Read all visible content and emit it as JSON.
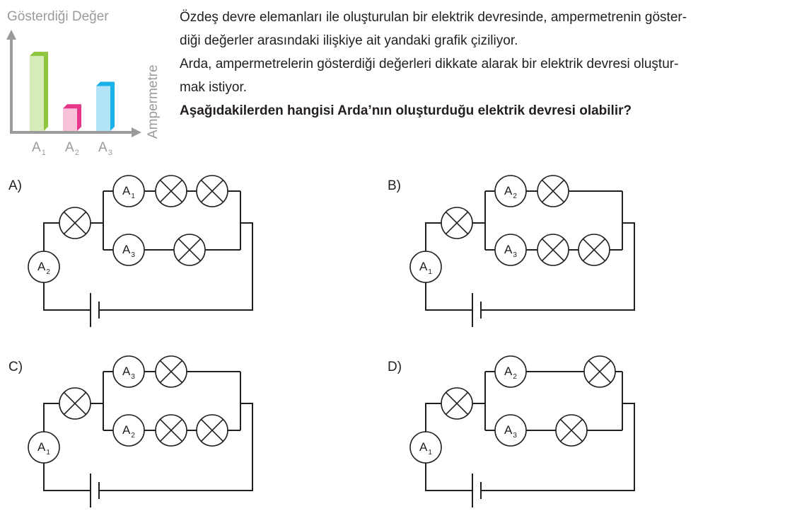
{
  "chart_data": {
    "type": "bar",
    "title": "Gösterdiği Değer",
    "ylabel": "Gösterdiği Değer",
    "xlabel": "Ampermetre",
    "categories": [
      {
        "letter": "A",
        "sub": "1"
      },
      {
        "letter": "A",
        "sub": "2"
      },
      {
        "letter": "A",
        "sub": "3"
      }
    ],
    "values": [
      4,
      1.2,
      2.4
    ],
    "ylim": [
      0,
      4.8
    ],
    "colors": [
      {
        "front": "#d5ebb8",
        "side": "#8cc63f"
      },
      {
        "front": "#f6c1d9",
        "side": "#e6358a"
      },
      {
        "front": "#b3e3f6",
        "side": "#1ab0e8"
      }
    ],
    "axis_color": "#9b9b9b",
    "grid": false
  },
  "question": {
    "line1": "Özdeş devre elemanları ile oluşturulan bir elektrik devresinde, ampermetrenin göster-",
    "line2": "diği değerler arasındaki ilişkiye ait yandaki grafik çiziliyor.",
    "line3": "Arda, ampermetrelerin gösterdiği değerleri dikkate alarak bir elektrik devresi oluştur-",
    "line4": "mak istiyor.",
    "line5": "Aşağıdakilerden hangisi Arda’nın oluşturduğu elektrik devresi olabilir?"
  },
  "options": [
    {
      "label": "A)",
      "main_ammeter": "2",
      "branch_top": {
        "ammeter": "1",
        "lamps": 2
      },
      "branch_bottom": {
        "ammeter": "3",
        "lamps": 1
      }
    },
    {
      "label": "B)",
      "main_ammeter": "1",
      "branch_top": {
        "ammeter": "2",
        "lamps": 1
      },
      "branch_bottom": {
        "ammeter": "3",
        "lamps": 2
      }
    },
    {
      "label": "C)",
      "main_ammeter": "1",
      "branch_top": {
        "ammeter": "3",
        "lamps": 1
      },
      "branch_bottom": {
        "ammeter": "2",
        "lamps": 2
      }
    },
    {
      "label": "D)",
      "main_ammeter": "1",
      "branch_top": {
        "ammeter": "2",
        "lamps": 1
      },
      "branch_bottom": {
        "ammeter": "3",
        "lamps": 1
      }
    }
  ],
  "ammeter_letter": "A"
}
